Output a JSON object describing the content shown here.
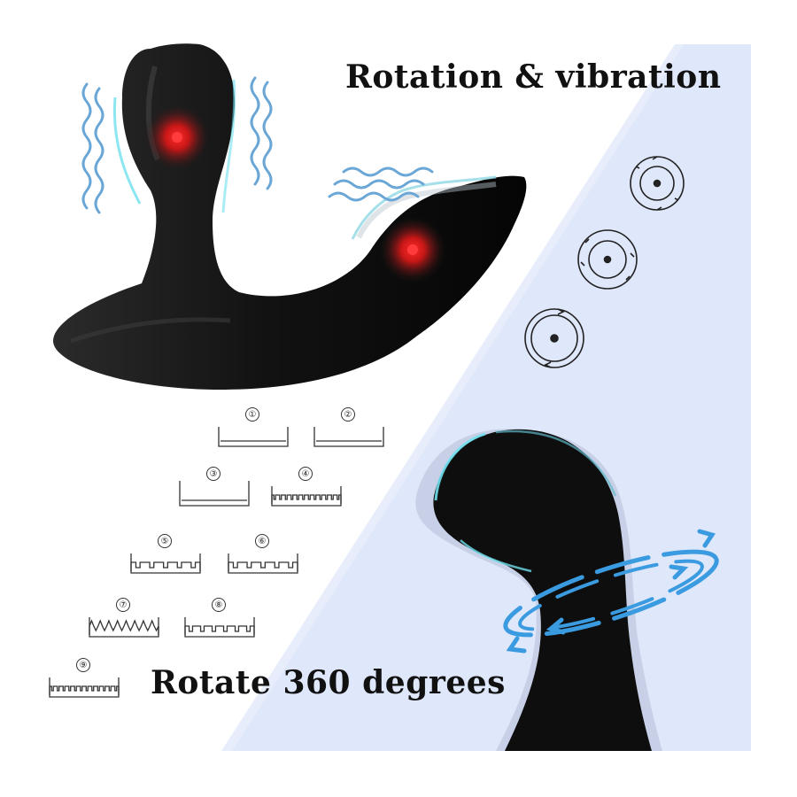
{
  "headline_top": "Rotation & vibration",
  "headline_bottom": "Rotate 360 degrees",
  "modes": [
    {
      "label": "①",
      "pattern": "flat"
    },
    {
      "label": "②",
      "pattern": "flat"
    },
    {
      "label": "③",
      "pattern": "flat-tall"
    },
    {
      "label": "④",
      "pattern": "fine-teeth"
    },
    {
      "label": "⑤",
      "pattern": "sparse-steps"
    },
    {
      "label": "⑥",
      "pattern": "sparse-steps"
    },
    {
      "label": "⑦",
      "pattern": "peaks"
    },
    {
      "label": "⑧",
      "pattern": "steps"
    },
    {
      "label": "⑨",
      "pattern": "fine-teeth"
    }
  ],
  "colors": {
    "background": "#ffffff",
    "panel": "#e6ecfb",
    "product": "#111111",
    "glow": "#5fd7e6",
    "vibration_lines": "#6fa9d9",
    "rotation_arrows": "#3a9be0",
    "hotspot": "#e01b24"
  },
  "icons": [
    "vibration-waves-icon",
    "rotation-circle-icon",
    "rotation-arrows-icon",
    "hotspot-icon"
  ]
}
